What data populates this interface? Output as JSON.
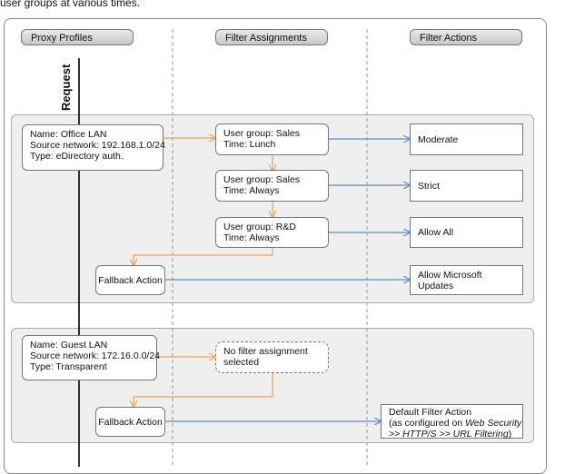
{
  "caption": "user groups at various times.",
  "columns": {
    "proxy_profiles": "Proxy Profiles",
    "filter_assignments": "Filter Assignments",
    "filter_actions": "Filter Actions"
  },
  "request_label": "Request",
  "profile1": {
    "name": "Name: Office LAN",
    "network": "Source network: 192.168.1.0/24",
    "type": "Type: eDirectory auth."
  },
  "profile1_assignments": [
    {
      "group": "User group: Sales",
      "time": "Time: Lunch"
    },
    {
      "group": "User group: Sales",
      "time": "Time: Always"
    },
    {
      "group": "User group: R&D",
      "time": "Time: Always"
    }
  ],
  "profile1_actions": [
    "Moderate",
    "Strict",
    "Allow All",
    "Allow Microsoft Updates"
  ],
  "fallback_label": "Fallback Action",
  "profile2": {
    "name": "Name: Guest LAN",
    "network": "Source network: 172.16.0.0/24",
    "type": "Type: Transparent"
  },
  "no_assignment": {
    "line1": "No filter assignment",
    "line2": "selected"
  },
  "default_action": {
    "line1": "Default Filter Action",
    "line2_pre": "(as configured on ",
    "line2_em": "Web Security",
    "line3_em": ">> HTTP/S >> URL Filtering",
    "line3_post": ")"
  },
  "colors": {
    "orange_arrow": "#f0a050",
    "blue_arrow": "#5a8ad8",
    "section_bg": "#efefef"
  }
}
